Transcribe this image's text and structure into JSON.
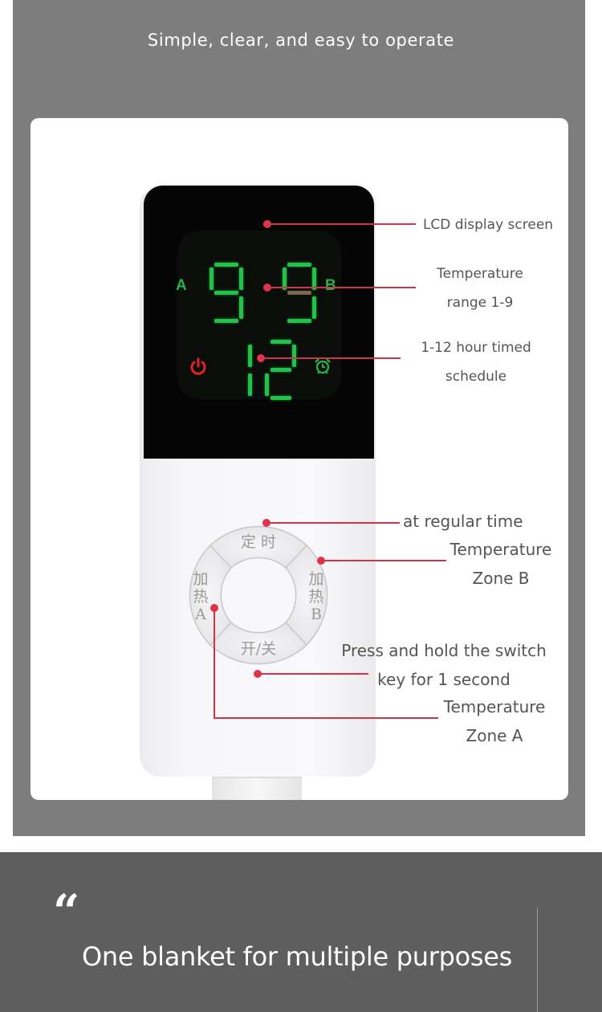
{
  "header": {
    "title": "Simple, clear, and easy to operate"
  },
  "device": {
    "display": {
      "zone_a_letter": "A",
      "zone_b_letter": "B",
      "zone_a_level": "9",
      "zone_b_level": "9",
      "timer_hours": "12",
      "power_icon": "power-icon",
      "alarm_icon": "alarm-clock-icon",
      "segment_color": "#22c24a",
      "power_color": "#e32222"
    },
    "buttons": {
      "timer": "定 时",
      "heat_a_line1": "加",
      "heat_a_line2": "热",
      "heat_a_line3": "A",
      "heat_b_line1": "加",
      "heat_b_line2": "热",
      "heat_b_line3": "B",
      "power": "开/关"
    }
  },
  "annotations": {
    "lcd": "LCD display screen",
    "temp_range_line1": "Temperature",
    "temp_range_line2": "range 1-9",
    "timer_line1": "1-12 hour timed",
    "timer_line2": "schedule",
    "regular_time": "at regular time",
    "zone_b_line1": "Temperature",
    "zone_b_line2": "Zone B",
    "switch_line1": "Press and hold the switch",
    "switch_line2": "key for 1 second",
    "zone_a_line1": "Temperature",
    "zone_a_line2": "Zone A",
    "accent_color": "#d0344b"
  },
  "footer": {
    "quote_mark": "“",
    "tagline": "One blanket for multiple purposes"
  }
}
